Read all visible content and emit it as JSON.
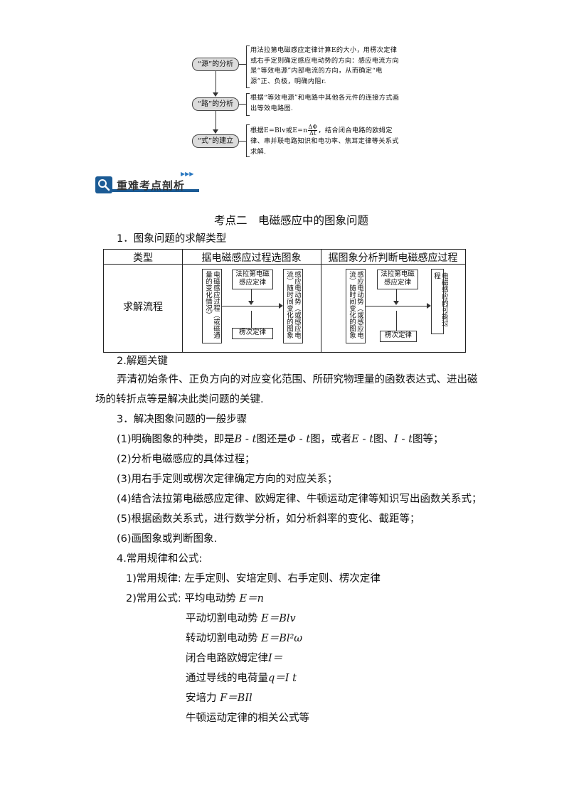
{
  "top_flow": {
    "pills": [
      "“源”的分析",
      "“路”的分析",
      "“式”的建立"
    ],
    "desc1": "用法拉第电磁感应定律计算E的大小，用楞次定律或右手定则确定感应电动势的方向：感应电流方向是“等效电源”内部电流的方向，从而确定“电源”正、负极，明确内阻r.",
    "desc2": "根据“等效电源”和电路中其他各元件的连接方式画出等效电路图.",
    "desc3_pre": "根据E=Blv或E=n",
    "desc3_frac_num": "ΔΦ",
    "desc3_frac_den": "Δt",
    "desc3_post": "，结合闭合电路的欧姆定律、串并联电路知识和电功率、焦耳定律等关系式求解."
  },
  "banner": {
    "title": "重难考点剖析",
    "dots": "▶▶▶"
  },
  "section_title": "考点二　电磁感应中的图象问题",
  "h1": "1．图象问题的求解类型",
  "table": {
    "col1": "类型",
    "col2": "据电磁感应过程选图象",
    "col3": "据图象分析判断电磁感应过程",
    "row_label": "求解流程",
    "left": {
      "v1": "电磁感应过程（或磁通量的变化情况）",
      "b1": "法拉第电磁感应定律",
      "b2": "楞次定律",
      "v2": "感应电动势（或感应电流）随时间变化的图象"
    },
    "right": {
      "v1": "感应电动势（或感应电流）随时间变化的图象",
      "b1": "法拉第电磁感应定律",
      "b2": "楞次定律",
      "v2": "电磁感应的可能过程"
    }
  },
  "h2": "2.解题关键",
  "p2a": "弄清初始条件、正负方向的对应变化范围、所研究物理量的函数表达式、进出磁",
  "p2b": "场的转折点等是解决此类问题的关键.",
  "h3": "3．解决图象问题的一般步骤",
  "s1": {
    "a": "(1)明确图象的种类，即是",
    "b": "B",
    "c": " - ",
    "d": "t",
    "e": "图还是",
    "f": "Φ",
    "g": " - ",
    "h": "t",
    "i": "图，或者",
    "j": "E",
    "k": " - ",
    "l": "t",
    "m": "图、",
    "n": "I",
    "o": " - ",
    "p": "t",
    "q": "图等；"
  },
  "s2": "(2)分析电磁感应的具体过程；",
  "s3": "(3)用右手定则或楞次定律确定方向的对应关系；",
  "s4": "(4)结合法拉第电磁感应定律、欧姆定律、牛顿运动定律等知识写出函数关系式；",
  "s5": "(5)根据函数关系式，进行数学分析，如分析斜率的变化、截距等；",
  "s6": "(6)画图象或判断图象.",
  "h4": "4.常用规律和公式:",
  "r1": "1)常用规律: 左手定则、安培定则、右手定则、楞次定律",
  "r2_label": "2)常用公式: 平均电动势",
  "r2_formula": "E＝n",
  "f1_label": "平动切割电动势",
  "f1_formula": "E＝Blv",
  "f2_label": "转动切割电动势",
  "f2_formula": "E＝Bl²ω",
  "f3_label": "闭合电路欧姆定律",
  "f3_formula": "I＝",
  "f4_label": "通过导线的电荷量",
  "f4_formula": "q＝I t",
  "f5_label": "安培力",
  "f5_formula": "F＝BIl",
  "f6_label": "牛顿运动定律的相关公式等"
}
